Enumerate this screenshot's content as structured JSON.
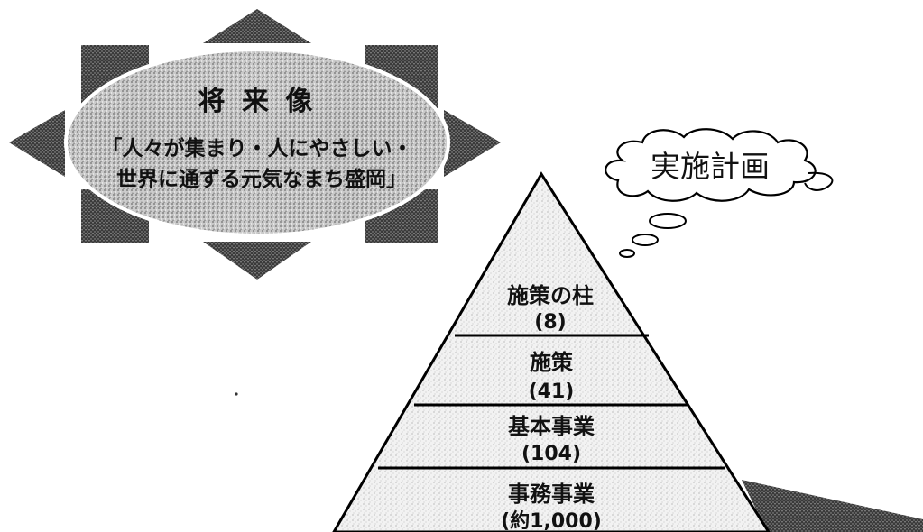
{
  "emblem": {
    "title": "将 来 像",
    "slogan_line1": "「人々が集まり・人にやさしい・",
    "slogan_line2": "世界に通ずる元気なまち盛岡」"
  },
  "thought_bubble": {
    "label": "実施計画"
  },
  "pyramid": {
    "tiers": [
      {
        "name": "施策の柱",
        "count": "(8)"
      },
      {
        "name": "施策",
        "count": "(41)"
      },
      {
        "name": "基本事業",
        "count": "(104)"
      },
      {
        "name": "事務事業",
        "count": "(約1,000)"
      }
    ]
  },
  "colors": {
    "ink": "#111111",
    "tone_light": "#e6e6e6",
    "tone_mid": "#9a9a9a",
    "tone_dark": "#3a3a3a"
  }
}
